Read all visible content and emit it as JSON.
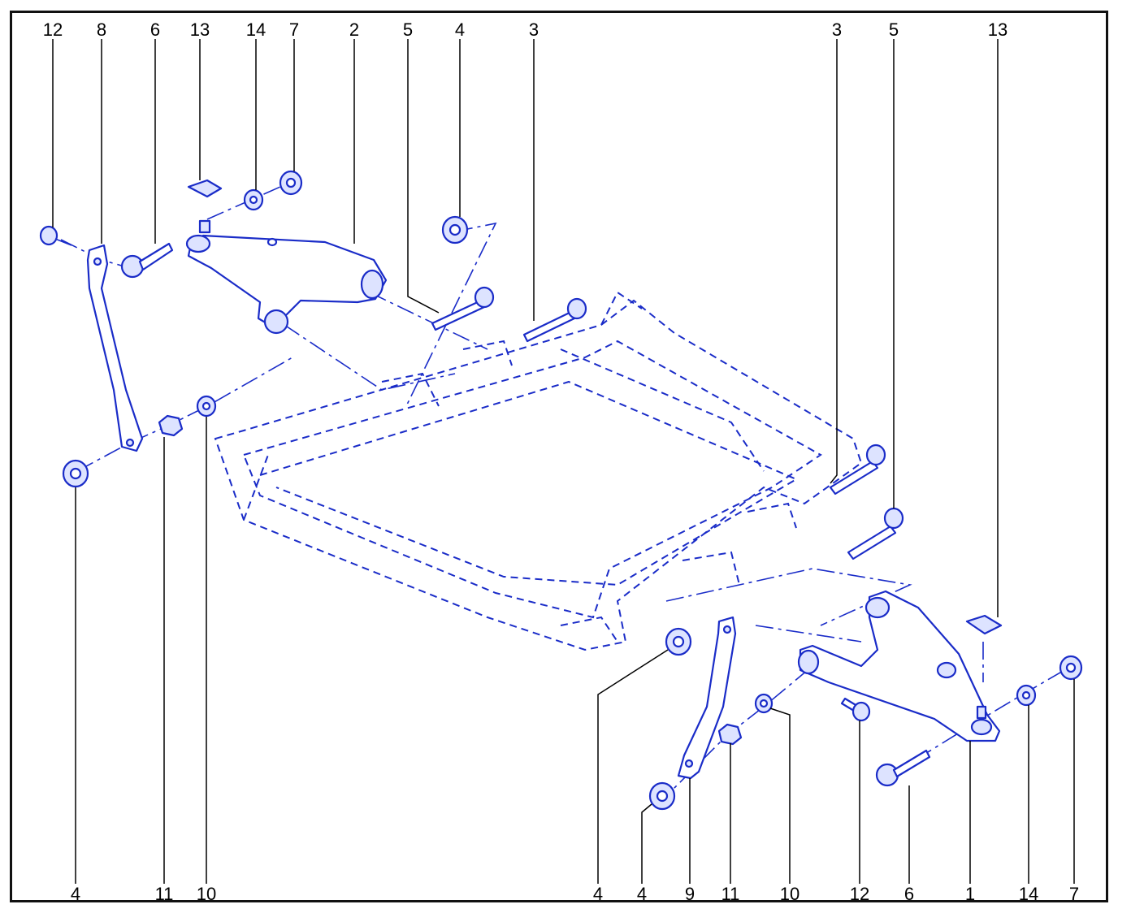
{
  "colors": {
    "line": "#1a2cc8",
    "fill": "#dde3ff",
    "frame": "#111111",
    "text": "#000000"
  },
  "top_labels": [
    "12",
    "8",
    "6",
    "13",
    "14",
    "7",
    "2",
    "5",
    "4",
    "3",
    "3",
    "5",
    "13"
  ],
  "bottom_left_labels": [
    "4",
    "11",
    "10"
  ],
  "bottom_right_labels": [
    "4",
    "4",
    "9",
    "11",
    "10",
    "12",
    "6",
    "1",
    "14",
    "7"
  ]
}
